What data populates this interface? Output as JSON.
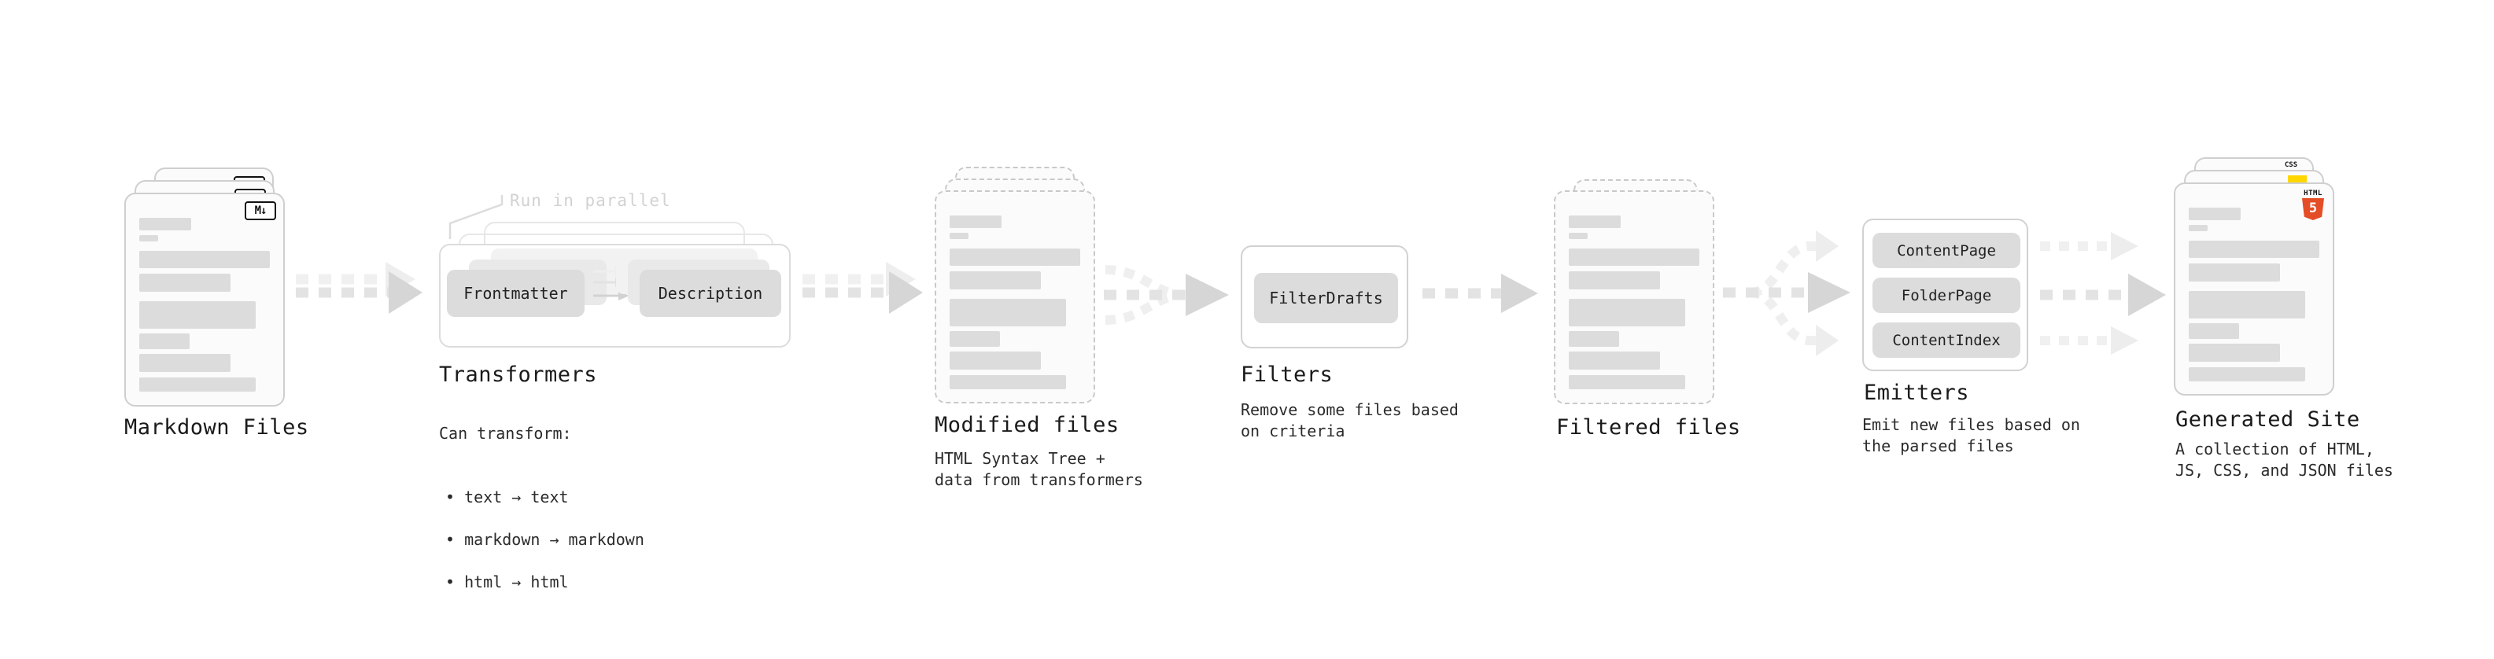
{
  "colors": {
    "html5_orange": "#e44d26",
    "js_yellow": "#ffd600",
    "css_blue": "#2965f1",
    "chip_gray": "#dcdcdc",
    "arrow_gray": "#d6d6d6"
  },
  "markdown_files": {
    "label": "Markdown Files",
    "file_icon": "M↓"
  },
  "transformers": {
    "label": "Transformers",
    "note": "Run in parallel",
    "chip_from": "Frontmatter",
    "chip_to": "Description",
    "desc_heading": "Can transform:",
    "bullets": [
      "• text → text",
      "• markdown → markdown",
      "• html → html"
    ]
  },
  "modified_files": {
    "label": "Modified files",
    "description": "HTML Syntax Tree +\ndata from transformers"
  },
  "filters": {
    "label": "Filters",
    "chip": "FilterDrafts",
    "description": "Remove some files based\non criteria"
  },
  "filtered_files": {
    "label": "Filtered files"
  },
  "emitters": {
    "label": "Emitters",
    "chips": [
      "ContentPage",
      "FolderPage",
      "ContentIndex"
    ],
    "description": "Emit new files based on\nthe parsed files"
  },
  "generated_site": {
    "label": "Generated Site",
    "description": "A collection of HTML,\nJS, CSS, and JSON files",
    "css_badge": "CSS",
    "html_badge_top": "HTML",
    "html_badge_number": "5"
  }
}
